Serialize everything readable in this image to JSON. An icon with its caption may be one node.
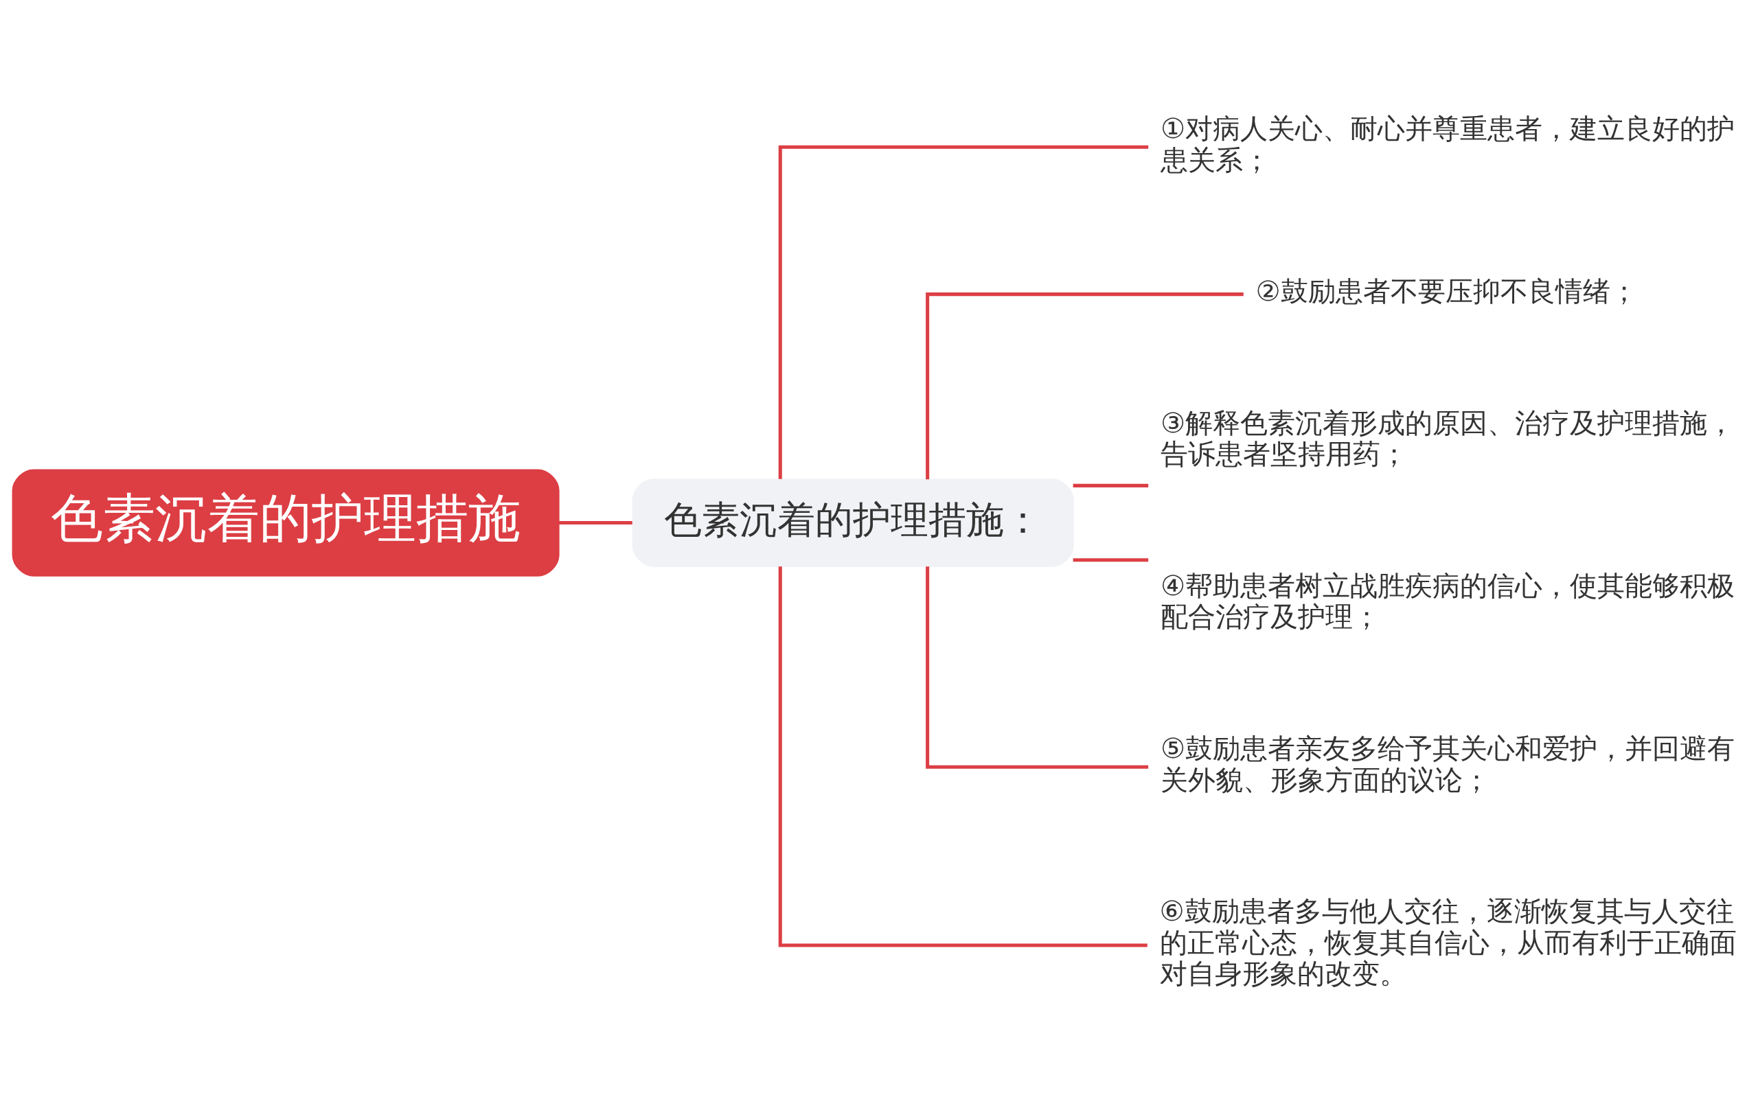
{
  "diagram": {
    "nodes": [
      {
        "text": [
          "色素沉着的护理措施"
        ]
      },
      {
        "text": [
          "色素沉着的护理措施："
        ]
      },
      {
        "text": [
          "①对病人关心、耐心并尊重患者，建立良好的护患关系；"
        ]
      },
      {
        "text": [
          "②鼓励患者不要压抑不良情绪；"
        ]
      },
      {
        "text": [
          "③解释色素沉着形成的原因、治疗及护理措施，告诉患者坚持用药；"
        ]
      },
      {
        "text": [
          "④帮助患者树立战胜疾病的信心，使其能够积极配合治疗及护理；"
        ]
      },
      {
        "text": [
          "⑤鼓励患者亲友多给予其关心和爱护，并回避有关外貌、形象方面的议论；"
        ]
      },
      {
        "text": [
          "⑥鼓励患者多与他人交往，逐渐恢复其与人交往的正常心态，恢复其自信心，从而有利于正确面对自身形象的改变。"
        ]
      }
    ],
    "edges": [
      {
        "from": 0,
        "to": 1,
        "arrow": "none"
      },
      {
        "from": 1,
        "to": 2,
        "arrow": "none"
      },
      {
        "from": 1,
        "to": 3,
        "arrow": "none"
      },
      {
        "from": 1,
        "to": 4,
        "arrow": "none"
      },
      {
        "from": 1,
        "to": 5,
        "arrow": "none"
      },
      {
        "from": 1,
        "to": 6,
        "arrow": "none"
      },
      {
        "from": 1,
        "to": 7,
        "arrow": "none"
      }
    ]
  }
}
